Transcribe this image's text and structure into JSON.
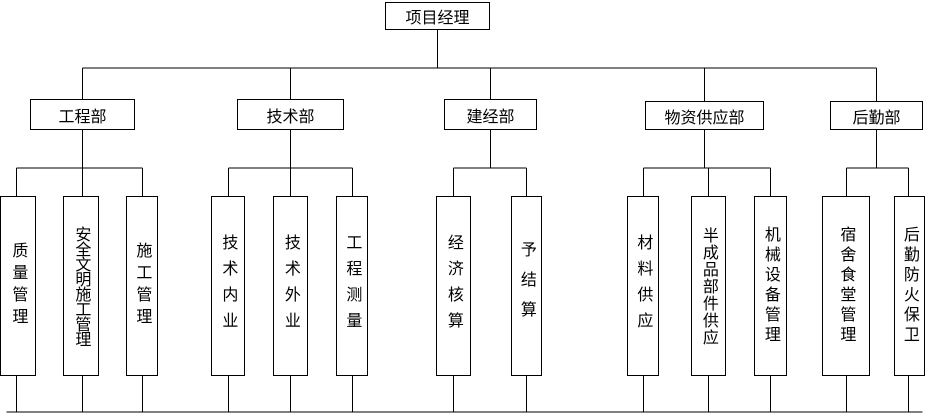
{
  "root": {
    "label": "项目经理"
  },
  "departments": [
    {
      "label": "工程部",
      "units": [
        "质量管理",
        "安全文明施工管理",
        "施工管理"
      ]
    },
    {
      "label": "技术部",
      "units": [
        "技术内业",
        "技术外业",
        "工程测量"
      ]
    },
    {
      "label": "建经部",
      "units": [
        "经济核算",
        "予结算"
      ]
    },
    {
      "label": "物资供应部",
      "units": [
        "材料供应",
        "半成品部件供应",
        "机械设备管理"
      ]
    },
    {
      "label": "后勤部",
      "units": [
        "宿舍食堂管理",
        "后勤防火保卫"
      ]
    }
  ]
}
